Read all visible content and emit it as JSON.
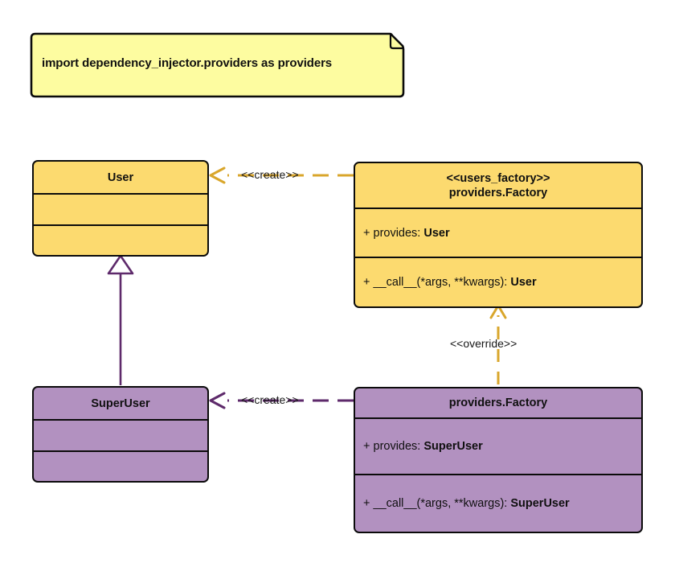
{
  "diagram": {
    "type": "uml-class-diagram",
    "background": "#ffffff",
    "colors": {
      "yellow_fill": "#fcda6f",
      "purple_fill": "#b291c0",
      "note_fill": "#fdfca0",
      "yellow_edge": "#d9a62b",
      "purple_edge": "#5e2a6b",
      "outline": "#0b0b0b"
    }
  },
  "note": {
    "text": "import dependency_injector.providers as providers"
  },
  "classes": {
    "user": {
      "name": "User",
      "attributes": [],
      "operations": []
    },
    "users_factory": {
      "stereotype": "<<users_factory>>",
      "name": "providers.Factory",
      "attributes": [
        {
          "visibility": "+",
          "label": "provides:",
          "type": "User"
        }
      ],
      "operations": [
        {
          "visibility": "+",
          "label": "__call__(*args, **kwargs):",
          "type": "User"
        }
      ]
    },
    "super_user": {
      "name": "SuperUser",
      "attributes": [],
      "operations": []
    },
    "overriding_factory": {
      "name": "providers.Factory",
      "attributes": [
        {
          "visibility": "+",
          "label": "provides:",
          "type": "SuperUser"
        }
      ],
      "operations": [
        {
          "visibility": "+",
          "label": "__call__(*args, **kwargs):",
          "type": "SuperUser"
        }
      ]
    }
  },
  "relationships": [
    {
      "id": "create-user",
      "label": "<<create>>",
      "from": "users_factory",
      "to": "user",
      "style": "dashed",
      "arrow": "open",
      "color": "#d9a62b"
    },
    {
      "id": "create-superuser",
      "label": "<<create>>",
      "from": "overriding_factory",
      "to": "super_user",
      "style": "dashed",
      "arrow": "open",
      "color": "#5e2a6b"
    },
    {
      "id": "override",
      "label": "<<override>>",
      "from": "overriding_factory",
      "to": "users_factory",
      "style": "dashed",
      "arrow": "open",
      "color": "#d9a62b"
    },
    {
      "id": "inheritance",
      "label": "",
      "from": "super_user",
      "to": "user",
      "style": "solid",
      "arrow": "hollow-triangle",
      "color": "#5e2a6b"
    }
  ]
}
